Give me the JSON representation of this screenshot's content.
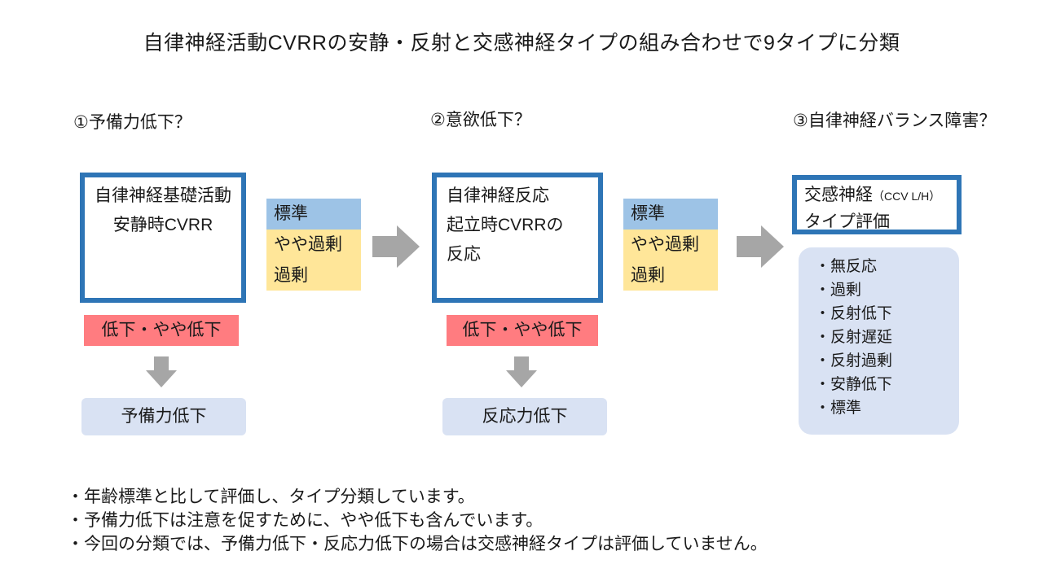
{
  "title": "自律神経活動CVRRの安静・反射と交感神経タイプの組み合わせで9タイプに分類",
  "colors": {
    "box_border_blue": "#2E75B6",
    "label_blue": "#9DC3E6",
    "label_yellow": "#FFE699",
    "label_red": "#FF7C80",
    "result_bg": "#D9E2F3",
    "arrow_gray": "#A6A6A6",
    "text_color": "#1a1a1a"
  },
  "sections": {
    "q1": "①予備力低下？",
    "q2": "②意欲低下？",
    "q3": "③自律神経バランス障害？"
  },
  "flow": {
    "box1": {
      "text": "自律神経基礎活動\n安静時CVRR"
    },
    "labels1": {
      "standard": "標準",
      "excess_lines": "やや過剰\n過剰"
    },
    "box2": {
      "text": "自律神経反応\n 起立時CVRRの\n反応"
    },
    "labels2": {
      "standard": "標準",
      "excess_lines": "やや過剰\n過剰"
    },
    "box3": {
      "line1_main": "交感神経",
      "line1_sub": "（CCV L/H）",
      "line2": "タイプ評価"
    },
    "type_list": [
      "・無反応",
      "・過剰",
      "・反射低下",
      "・反射遅延",
      "・反射過剰",
      "・安静低下",
      "・標準"
    ],
    "branch1": {
      "condition": "低下・やや低下",
      "result": "予備力低下"
    },
    "branch2": {
      "condition": "低下・やや低下",
      "result": "反応力低下"
    }
  },
  "notes": [
    "・年齢標準と比して評価し、タイプ分類しています。",
    "・予備力低下は注意を促すために、やや低下も含んでいます。",
    "・今回の分類では、予備力低下・反応力低下の場合は交感神経タイプは評価していません。"
  ]
}
